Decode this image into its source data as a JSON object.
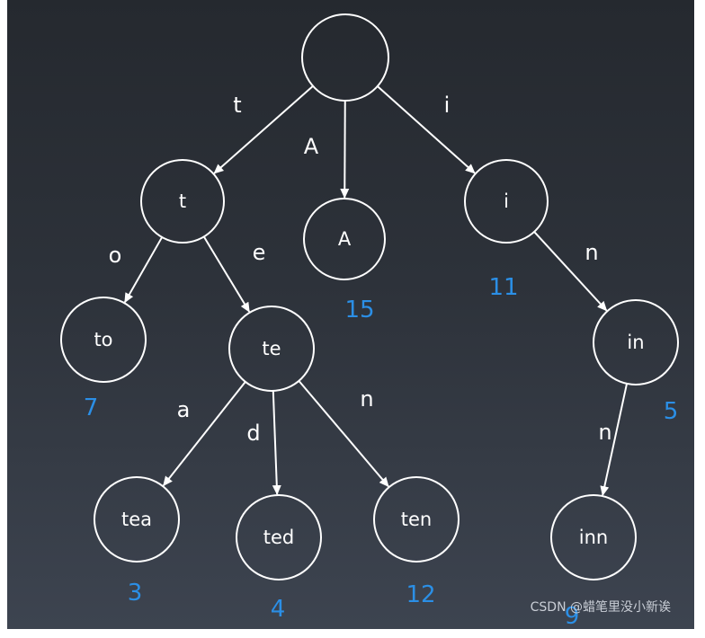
{
  "tree": {
    "nodes": [
      {
        "id": "root",
        "label": ""
      },
      {
        "id": "t",
        "label": "t"
      },
      {
        "id": "A",
        "label": "A"
      },
      {
        "id": "i",
        "label": "i"
      },
      {
        "id": "to",
        "label": "to"
      },
      {
        "id": "te",
        "label": "te"
      },
      {
        "id": "in",
        "label": "in"
      },
      {
        "id": "tea",
        "label": "tea"
      },
      {
        "id": "ted",
        "label": "ted"
      },
      {
        "id": "ten",
        "label": "ten"
      },
      {
        "id": "inn",
        "label": "inn"
      }
    ],
    "edges": [
      {
        "from": "root",
        "to": "t",
        "label": "t"
      },
      {
        "from": "root",
        "to": "A",
        "label": "A"
      },
      {
        "from": "root",
        "to": "i",
        "label": "i"
      },
      {
        "from": "t",
        "to": "to",
        "label": "o"
      },
      {
        "from": "t",
        "to": "te",
        "label": "e"
      },
      {
        "from": "i",
        "to": "in",
        "label": "n"
      },
      {
        "from": "te",
        "to": "tea",
        "label": "a"
      },
      {
        "from": "te",
        "to": "ted",
        "label": "d"
      },
      {
        "from": "te",
        "to": "ten",
        "label": "n"
      },
      {
        "from": "in",
        "to": "inn",
        "label": "n"
      }
    ],
    "values": [
      {
        "node": "A",
        "value": "15"
      },
      {
        "node": "i",
        "value": "11"
      },
      {
        "node": "to",
        "value": "7"
      },
      {
        "node": "in",
        "value": "5"
      },
      {
        "node": "tea",
        "value": "3"
      },
      {
        "node": "ted",
        "value": "4"
      },
      {
        "node": "ten",
        "value": "12"
      },
      {
        "node": "inn",
        "value": "9"
      }
    ]
  },
  "watermark": "CSDN @蜡笔里没小新诶",
  "colors": {
    "node_stroke": "#ffffff",
    "value": "#2b8fe6",
    "background": "#2d323a"
  }
}
